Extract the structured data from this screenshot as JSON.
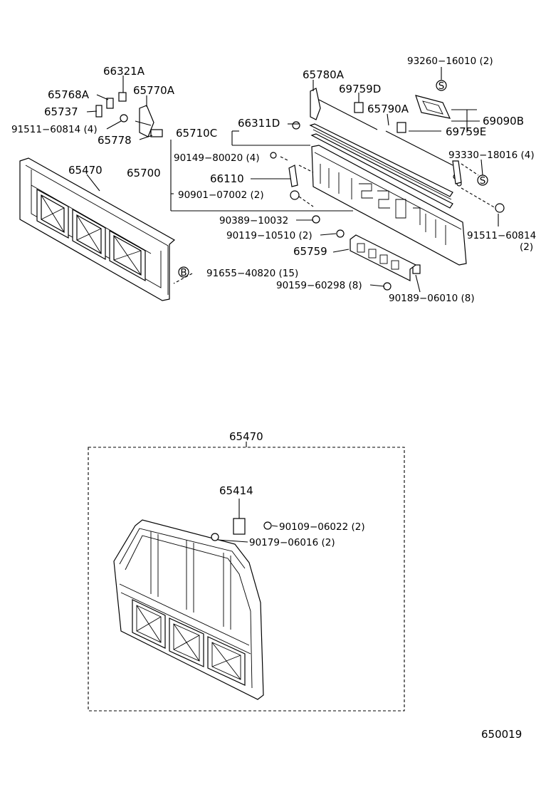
{
  "labels": {
    "p66321A": "66321A",
    "p65768A": "65768A",
    "p65770A": "65770A",
    "p65737": "65737",
    "p91511a": "91511−60814 (4)",
    "p65778": "65778",
    "p65470a": "65470",
    "p65780A": "65780A",
    "p69759D": "69759D",
    "p65790A": "65790A",
    "p93260": "93260−16010 (2)",
    "p69090B": "69090B",
    "p69759E": "69759E",
    "p66311D": "66311D",
    "p65710C": "65710C",
    "p90149": "90149−80020 (4)",
    "p65700": "65700",
    "p66110": "66110",
    "p90901": "90901−07002 (2)",
    "p93330": "93330−18016 (4)",
    "p90389": "90389−10032",
    "p90119": "90119−10510 (2)",
    "p91511b": "91511−60814",
    "p91511b_qty": "(2)",
    "p65759": "65759",
    "p91655": "91655−40820 (15)",
    "p90159": "90159−60298 (8)",
    "p90189": "90189−06010 (8)",
    "p65470b": "65470",
    "p65414": "65414",
    "p90109": "90109−06022 (2)",
    "p90179": "90179−06016 (2)",
    "diagram_id": "650019"
  },
  "symbols": {
    "s_circle": "S",
    "b_circle": "B"
  }
}
